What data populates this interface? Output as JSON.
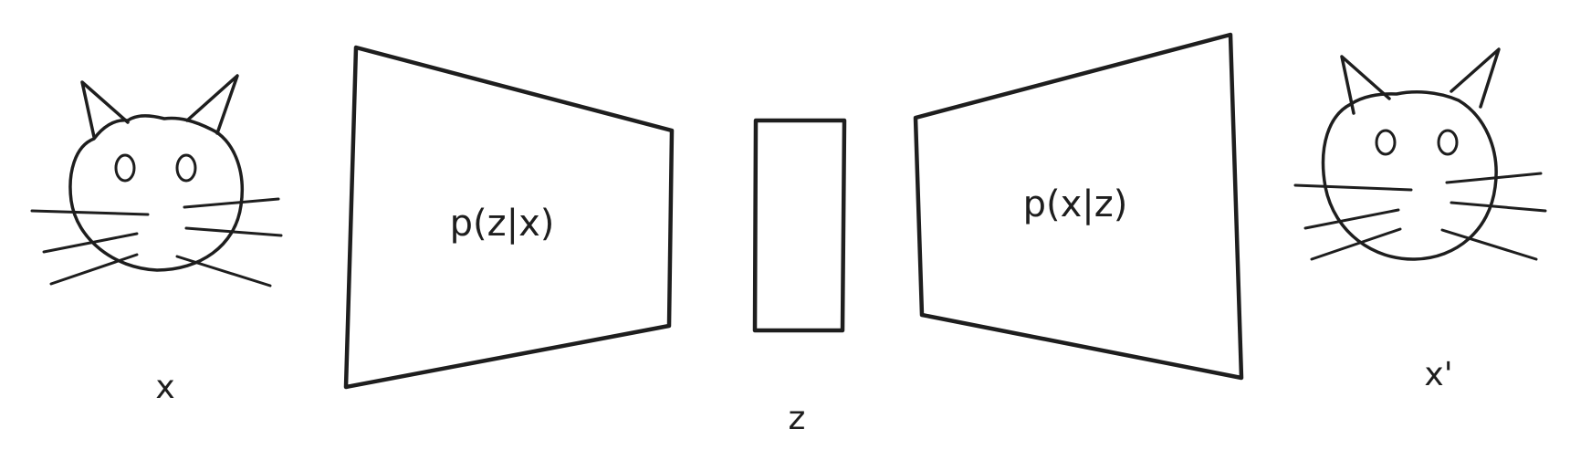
{
  "diagram": {
    "input_label": "x",
    "encoder_label": "p(z|x)",
    "latent_label": "z",
    "decoder_label": "p(x|z)",
    "output_label": "x'",
    "stroke_color": "#1e1e1e",
    "background_color": "#ffffff",
    "icons": [
      "cat-icon",
      "cat-icon"
    ]
  }
}
